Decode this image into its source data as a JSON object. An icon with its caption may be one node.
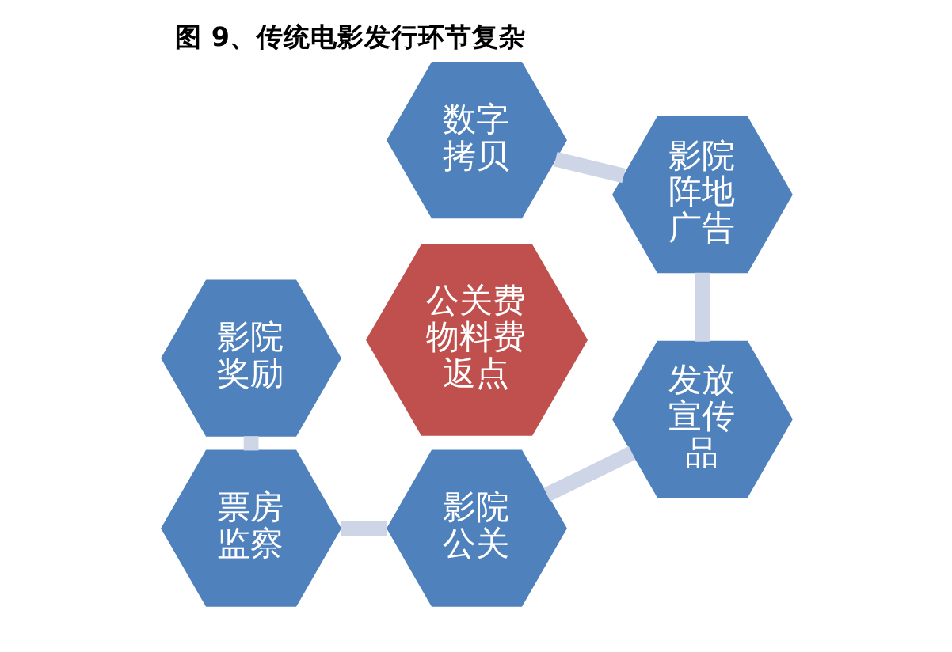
{
  "diagram": {
    "title": "图 9、传统电影发行环节复杂",
    "nodes": [
      {
        "text": [
          "数字拷贝"
        ]
      },
      {
        "text": [
          "影院奖励"
        ]
      },
      {
        "text": [
          "影院阵地广告"
        ]
      },
      {
        "text": [
          "公关费",
          "物料费",
          "返点"
        ]
      },
      {
        "text": [
          "票房监察"
        ]
      },
      {
        "text": [
          "发放宣传品"
        ]
      },
      {
        "text": [
          "影院公关"
        ]
      }
    ],
    "edges": [
      {
        "from": 0,
        "to": 2,
        "arrow": "none"
      },
      {
        "from": 2,
        "to": 5,
        "arrow": "none"
      },
      {
        "from": 6,
        "to": 5,
        "arrow": "none"
      },
      {
        "from": 4,
        "to": 6,
        "arrow": "none"
      },
      {
        "from": 1,
        "to": 4,
        "arrow": "none"
      }
    ]
  }
}
